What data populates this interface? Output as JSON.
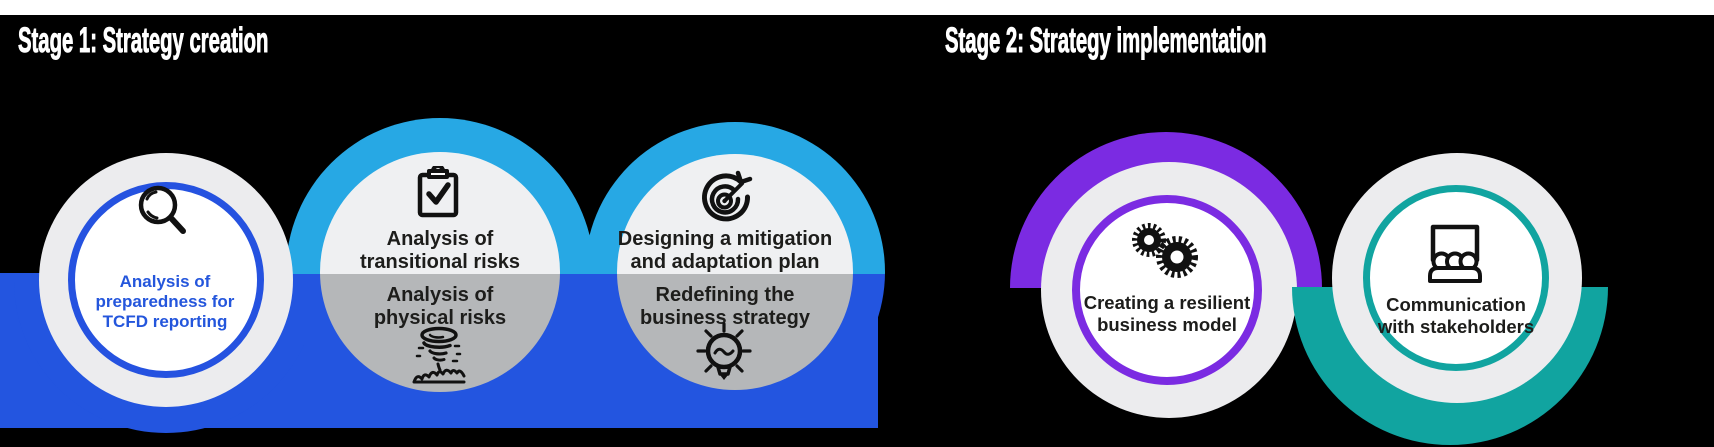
{
  "colors": {
    "background": "#000000",
    "top_strip": "#ffffff",
    "royal_blue": "#2355e0",
    "cyan": "#27a8e4",
    "purple": "#7b2be2",
    "teal": "#11a4a0",
    "donut_gray": "#ececee",
    "inner_gray_top": "#eff0f2",
    "inner_gray_bottom": "#b5b7b9",
    "white": "#ffffff",
    "blue_text": "#2456dc",
    "dark_text": "#1d1d1b",
    "ring_blue": "#2552e0"
  },
  "stage1": {
    "title": "Stage 1: Strategy creation",
    "steps": [
      {
        "name": "tcfd-preparedness",
        "icon": "magnifier-icon",
        "lines": [
          "Analysis of",
          "preparedness for",
          "TCFD reporting"
        ]
      },
      {
        "name": "risk-analysis",
        "icon_top": "clipboard-check-icon",
        "top_lines": [
          "Analysis of",
          "transitional risks"
        ],
        "bottom_lines": [
          "Analysis of",
          "physical risks"
        ],
        "icon_bottom": "tornado-icon"
      },
      {
        "name": "mitigation-adaptation",
        "icon_top": "target-arrow-icon",
        "top_lines": [
          "Designing a mitigation",
          "and adaptation plan"
        ],
        "bottom_lines": [
          "Redefining the",
          "business strategy"
        ],
        "icon_bottom": "lightbulb-icon"
      }
    ]
  },
  "stage2": {
    "title": "Stage 2: Strategy implementation",
    "steps": [
      {
        "name": "resilient-business-model",
        "icon": "gears-icon",
        "lines": [
          "Creating a resilient",
          "business model"
        ]
      },
      {
        "name": "stakeholder-communication",
        "icon": "audience-icon",
        "lines": [
          "Communication",
          "with stakeholders"
        ]
      }
    ]
  }
}
